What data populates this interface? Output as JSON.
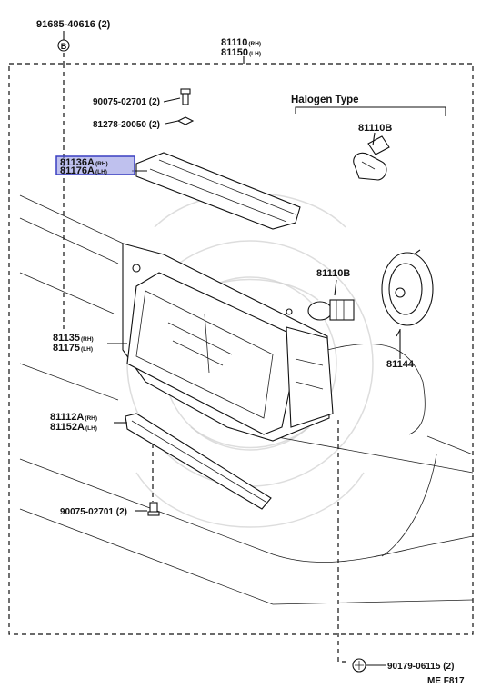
{
  "diagram": {
    "top_fastener": {
      "code": "91685-40616",
      "qty": "(2)",
      "key": "B"
    },
    "assembly": {
      "rh": "81110",
      "rh_tag": "(RH)",
      "lh": "81150",
      "lh_tag": "(LH)"
    },
    "screw_top": {
      "code": "90075-02701",
      "qty": "(2)"
    },
    "nut_top": {
      "code": "81278-20050",
      "qty": "(2)"
    },
    "halogen_header": "Halogen Type",
    "bulb_halogen": {
      "code": "81110B"
    },
    "bracket_upper": {
      "rh": "81136A",
      "rh_tag": "(RH)",
      "lh": "81176A",
      "lh_tag": "(LH)"
    },
    "bulb_standard": {
      "code": "81110B"
    },
    "socket": {
      "code": "81144"
    },
    "lamp_unit": {
      "rh": "81135",
      "rh_tag": "(RH)",
      "lh": "81175",
      "lh_tag": "(LH)"
    },
    "bracket_lower": {
      "rh": "81112A",
      "rh_tag": "(RH)",
      "lh": "81152A",
      "lh_tag": "(LH)"
    },
    "screw_bottom": {
      "code": "90075-02701",
      "qty": "(2)"
    },
    "bolt_bottom": {
      "code": "90179-06115",
      "qty": "(2)"
    },
    "figure_ref": "ME  F817",
    "highlight_color": "#8a8ee0"
  }
}
